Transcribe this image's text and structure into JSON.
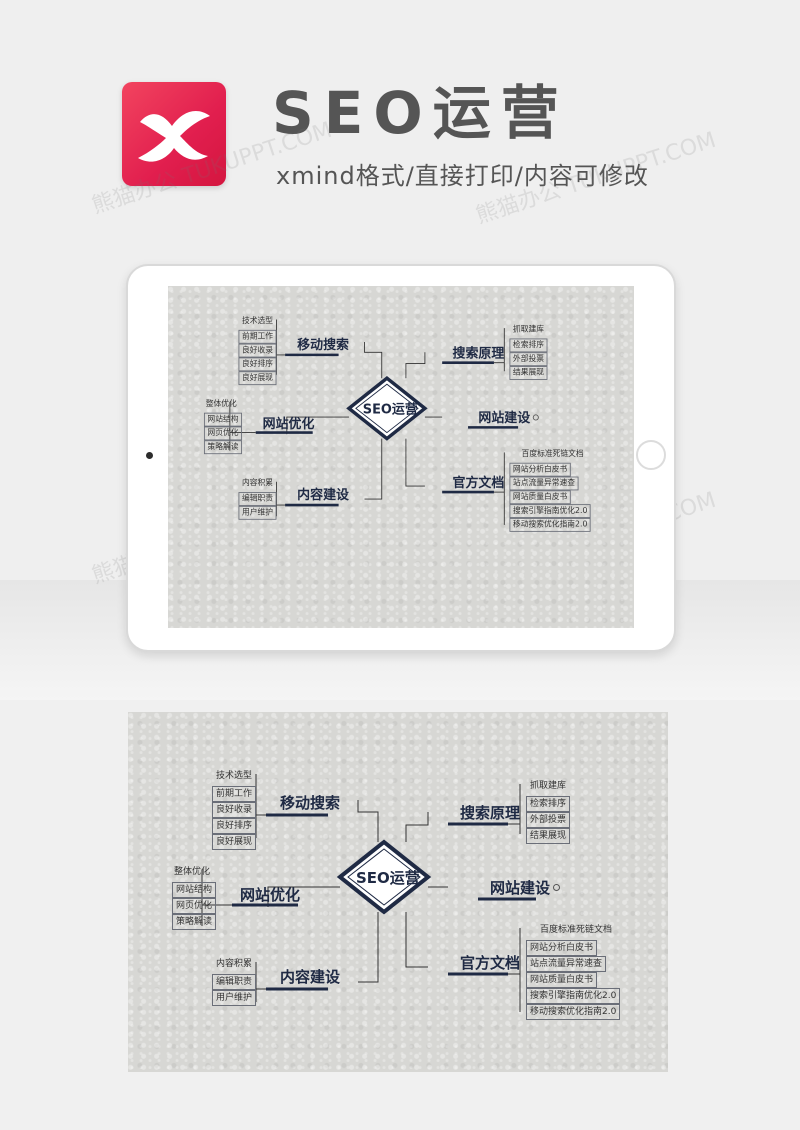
{
  "header": {
    "title": "SEO运营",
    "subtitle": "xmind格式/直接打印/内容可修改"
  },
  "watermark": "熊猫办公 TUKUPPT.COM",
  "mindmap": {
    "center": "SEO运营",
    "branches": {
      "mobile_search": {
        "label": "移动搜索",
        "items": [
          "技术选型",
          "前期工作",
          "良好收录",
          "良好排序",
          "良好展现"
        ]
      },
      "site_optimize": {
        "label": "网站优化",
        "items": [
          "整体优化",
          "网站结构",
          "网页优化",
          "策略解读"
        ]
      },
      "content_build": {
        "label": "内容建设",
        "items": [
          "内容积累",
          "编辑职责",
          "用户维护"
        ]
      },
      "search_principle": {
        "label": "搜索原理",
        "items": [
          "抓取建库",
          "检索排序",
          "外部投票",
          "结果展现"
        ]
      },
      "site_build": {
        "label": "网站建设",
        "items": []
      },
      "official_docs": {
        "label": "官方文档",
        "items": [
          "百度标准死链文档",
          "网站分析白皮书",
          "站点流量异常速查",
          "网站质量白皮书",
          "搜索引擎指南优化2.0",
          "移动搜索优化指南2.0"
        ]
      }
    }
  },
  "colors": {
    "logo": "#e8254f",
    "title": "#555555",
    "node_text": "#1f2a44"
  }
}
